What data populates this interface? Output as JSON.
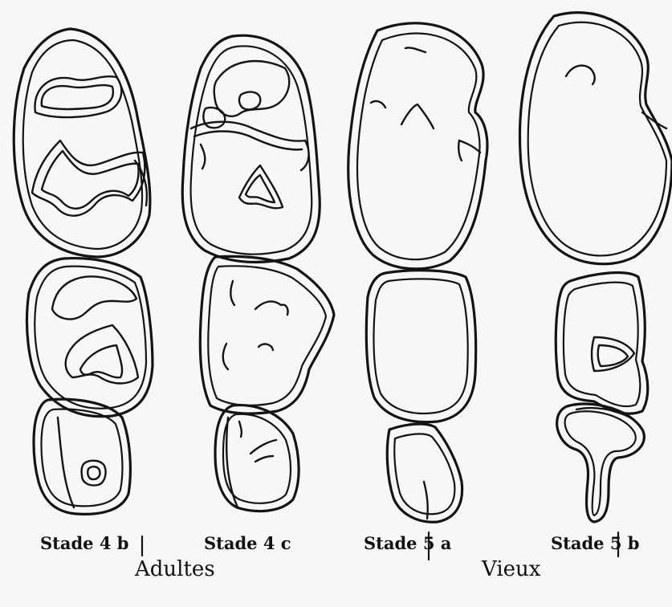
{
  "figure": {
    "stages": [
      {
        "label": "Stade 4 b"
      },
      {
        "label": "Stade 4 c"
      },
      {
        "label": "Stade 5 a"
      },
      {
        "label": "Stade 5 b"
      }
    ],
    "groups": [
      {
        "label": "Adultes"
      },
      {
        "label": "Vieux"
      }
    ]
  }
}
